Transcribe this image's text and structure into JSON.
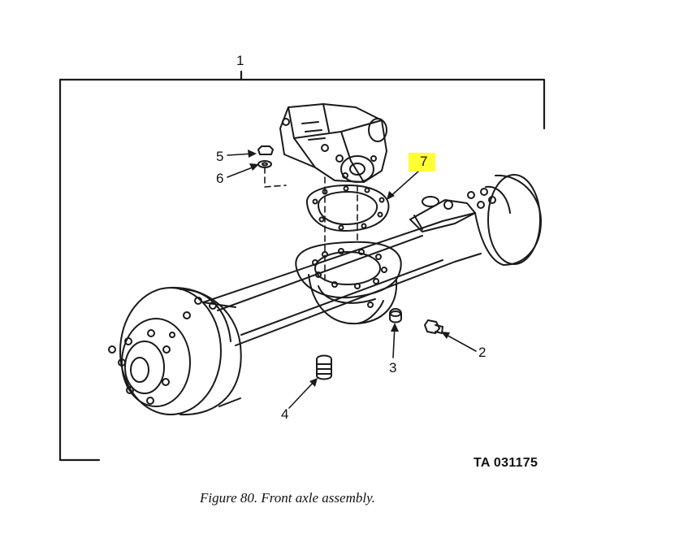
{
  "callouts": {
    "c1": "1",
    "c2": "2",
    "c3": "3",
    "c4": "4",
    "c5": "5",
    "c6": "6",
    "c7": "7"
  },
  "highlight_color": "#ffff33",
  "figure_id": "TA 031175",
  "caption": "Figure 80. Front axle assembly."
}
